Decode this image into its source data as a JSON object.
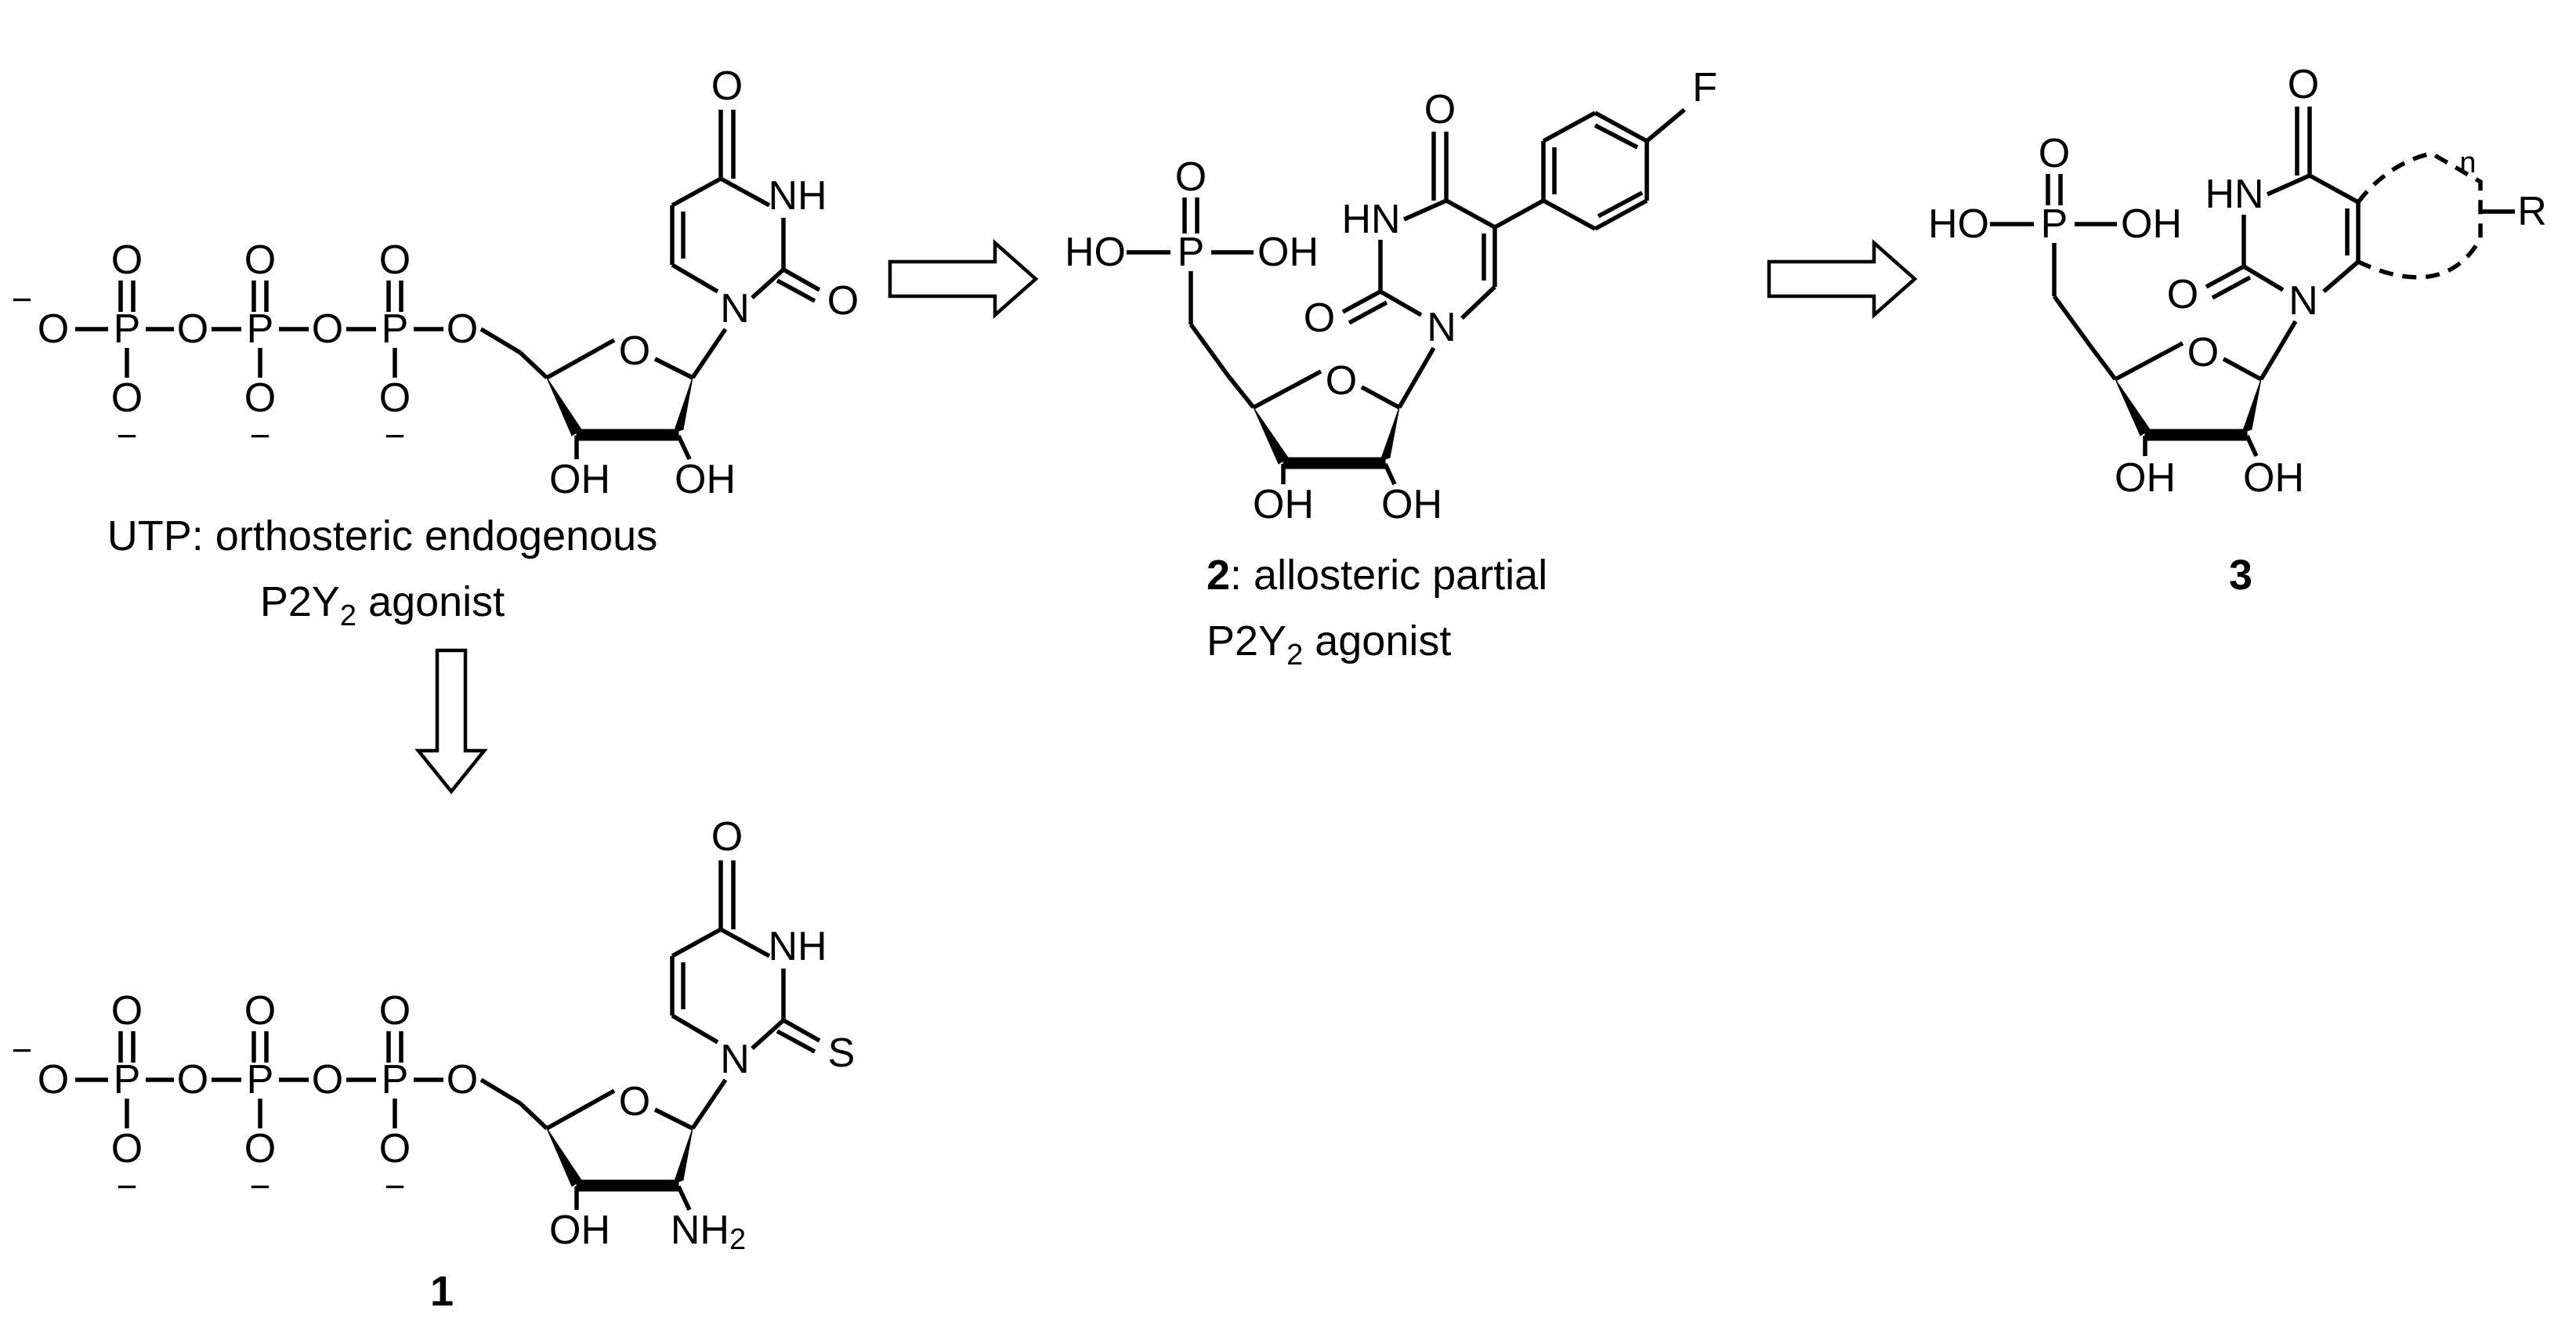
{
  "atoms": {
    "o": "O",
    "p": "P",
    "n": "N",
    "nh": "NH",
    "hn": "HN",
    "s": "S",
    "f": "F",
    "r": "R",
    "oh": "OH",
    "ho": "HO",
    "nh2_main": "NH",
    "nh2_sub": "2",
    "minus": "−",
    "n_small": "n"
  },
  "captions": {
    "utp_line1": "UTP: orthosteric endogenous",
    "utp_line2_main": "P2Y",
    "utp_line2_sub": "2",
    "utp_line2_rest": " agonist",
    "c2_label": "2",
    "c2_line1_rest": ": allosteric partial",
    "c2_line2_main": "P2Y",
    "c2_line2_sub": "2",
    "c2_line2_rest": " agonist",
    "c1_label": "1",
    "c3_label": "3"
  }
}
